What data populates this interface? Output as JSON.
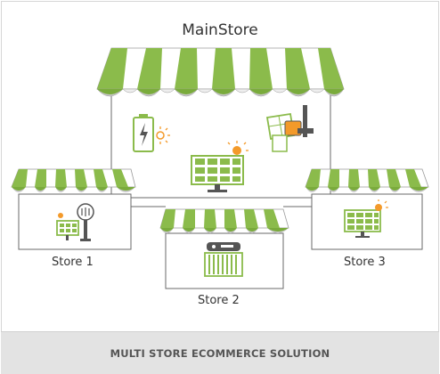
{
  "main_store": {
    "title": "MainStore"
  },
  "stores": [
    {
      "label": "Store 1"
    },
    {
      "label": "Store 2"
    },
    {
      "label": "Store 3"
    }
  ],
  "footer": {
    "text": "MULTI STORE ECOMMERCE SOLUTION"
  },
  "colors": {
    "awning_green": "#8bbb4b",
    "awning_white": "#ffffff",
    "awning_shade": "#c8c8c8",
    "outline": "#555555",
    "icon_orange": "#f39a2a",
    "footer_bg": "#e3e3e3"
  },
  "icons": [
    "battery-icon",
    "solar-panel-icon",
    "solar-water-heater-icon",
    "solar-street-light-icon",
    "solar-heater-icon",
    "solar-panel-icon"
  ]
}
